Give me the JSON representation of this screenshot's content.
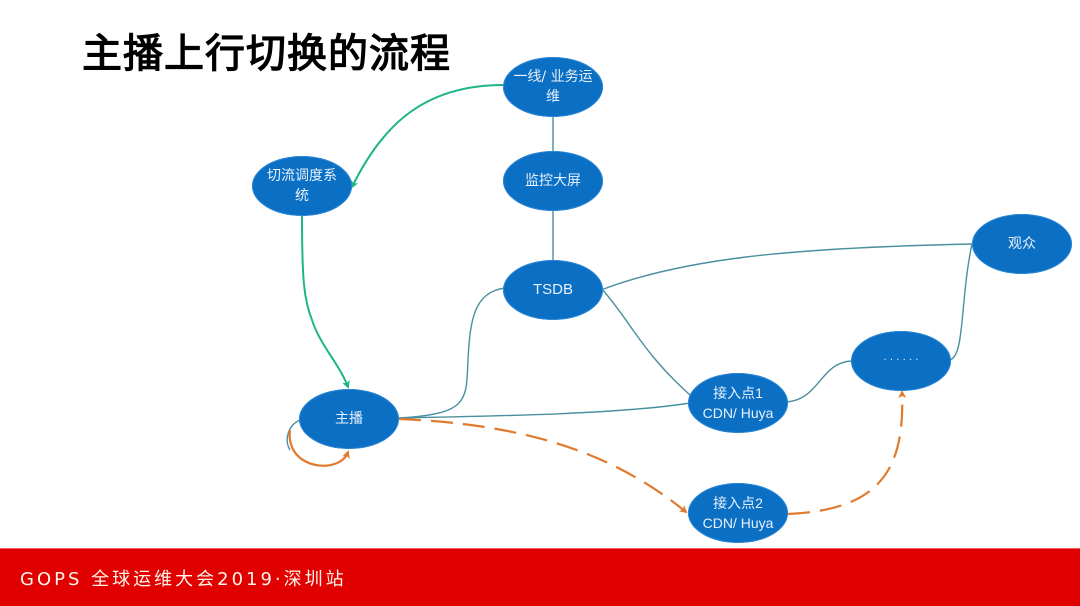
{
  "slide": {
    "title": "主播上行切换的流程",
    "footer": "GOPS 全球运维大会2019·深圳站"
  },
  "colors": {
    "node_fill": "#0b6fc4",
    "node_text": "#e8f1fb",
    "teal_line": "#4a8fa0",
    "green_arrow": "#1fb58a",
    "orange_dash": "#e07a2e",
    "footer_bg": "#e00000",
    "title": "#000000"
  },
  "nodes": {
    "ops": "一线/ 业务运\n维",
    "monitor": "监控大屏",
    "scheduler": "切流调度系\n统",
    "tsdb": "TSDB",
    "audience": "观众",
    "anchor": "主播",
    "ellipsis": "· · · · · ·",
    "access1": "接入点1\nCDN/ Huya",
    "access2": "接入点2\nCDN/ Huya"
  },
  "edges": [
    {
      "from": "ops",
      "to": "monitor",
      "style": "solid",
      "color": "teal"
    },
    {
      "from": "monitor",
      "to": "tsdb",
      "style": "solid",
      "color": "teal"
    },
    {
      "from": "ops",
      "to": "scheduler",
      "style": "arrow",
      "color": "green"
    },
    {
      "from": "scheduler",
      "to": "anchor",
      "style": "arrow",
      "color": "green"
    },
    {
      "from": "anchor",
      "to": "tsdb",
      "style": "solid",
      "color": "teal"
    },
    {
      "from": "anchor",
      "to": "access1",
      "style": "solid",
      "color": "teal"
    },
    {
      "from": "tsdb",
      "to": "access1",
      "style": "solid",
      "color": "teal"
    },
    {
      "from": "tsdb",
      "to": "audience",
      "style": "solid",
      "color": "teal"
    },
    {
      "from": "access1",
      "to": "ellipsis",
      "style": "solid",
      "color": "teal"
    },
    {
      "from": "ellipsis",
      "to": "audience",
      "style": "solid",
      "color": "teal"
    },
    {
      "from": "anchor",
      "to": "anchor",
      "style": "loop-arrow",
      "color": "orange"
    },
    {
      "from": "anchor",
      "to": "access2",
      "style": "dashed-arrow",
      "color": "orange"
    },
    {
      "from": "access2",
      "to": "ellipsis",
      "style": "dashed-arrow",
      "color": "orange"
    }
  ]
}
